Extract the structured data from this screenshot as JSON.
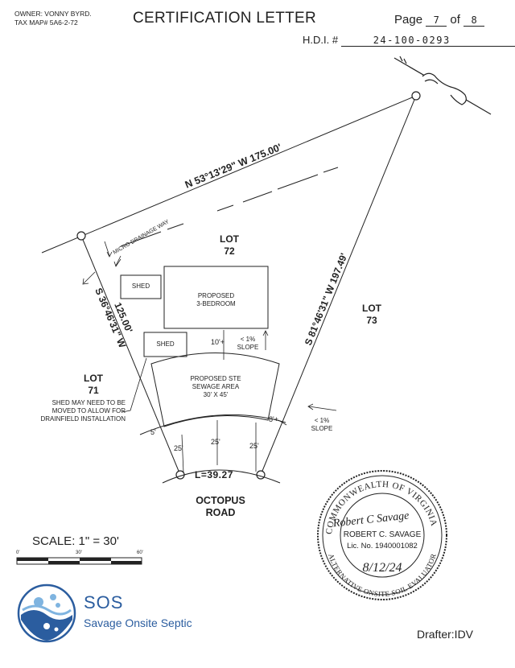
{
  "header": {
    "owner": "OWNER: VONNY BYRD.",
    "tax_map": "TAX MAP# 5A6-2-72",
    "title": "CERTIFICATION LETTER",
    "page_label": "Page",
    "page_number": "7",
    "of_label": "of",
    "page_total": "8",
    "hdi_label": "H.D.I. #",
    "hdi_number": "24-100-0293"
  },
  "plat": {
    "bearing_north": "N 53°13'29\" W 175.00'",
    "bearing_east": "S 81°46'31\" W 197.49'",
    "bearing_west": "S 36°46'31\" W",
    "west_distance": "125.00'",
    "micro_drainage": "MICRO DRAINAGE WAY",
    "lot72": [
      "LOT",
      "72"
    ],
    "lot73": [
      "LOT",
      "73"
    ],
    "lot71": [
      "LOT",
      "71"
    ],
    "shed_top": "SHED",
    "shed_bottom": "SHED",
    "proposed_house": [
      "PROPOSED",
      "3-BEDROOM"
    ],
    "sewage_area": [
      "PROPOSED STE",
      "SEWAGE AREA",
      "30' X 45'"
    ],
    "ten_plus": "10'+",
    "slope_top": [
      "< 1%",
      "SLOPE"
    ],
    "slope_right": [
      "< 1%",
      "SLOPE"
    ],
    "shed_note": [
      "SHED MAY NEED TO BE",
      "MOVED TO ALLOW FOR",
      "DRAINFIELD INSTALLATION"
    ],
    "eight_plus": "8'+",
    "five": "5'",
    "dim_25_left": "25'",
    "dim_25_mid": "25'",
    "dim_25_right": "25'",
    "arc_length": "L=39.27",
    "road": [
      "OCTOPUS",
      "ROAD"
    ]
  },
  "scale": {
    "label": "SCALE: 1\" = 30'",
    "ticks": [
      "0'",
      "30'",
      "60'"
    ]
  },
  "seal": {
    "ring_top": "COMMONWEALTH OF VIRGINIA",
    "ring_bottom": "ALTERNATIVE ONSITE SOIL EVALUATOR",
    "signature": "Robert C Savage",
    "name": "ROBERT C. SAVAGE",
    "license": "Lic. No. 1940001082",
    "date": "8/12/24"
  },
  "logo": {
    "title": "SOS",
    "subtitle": "Savage Onsite Septic"
  },
  "footer": {
    "drafter": "Drafter:IDV"
  },
  "colors": {
    "ink": "#222222",
    "brand_blue": "#2b5d9f",
    "logo_light": "#7fb4e0"
  }
}
